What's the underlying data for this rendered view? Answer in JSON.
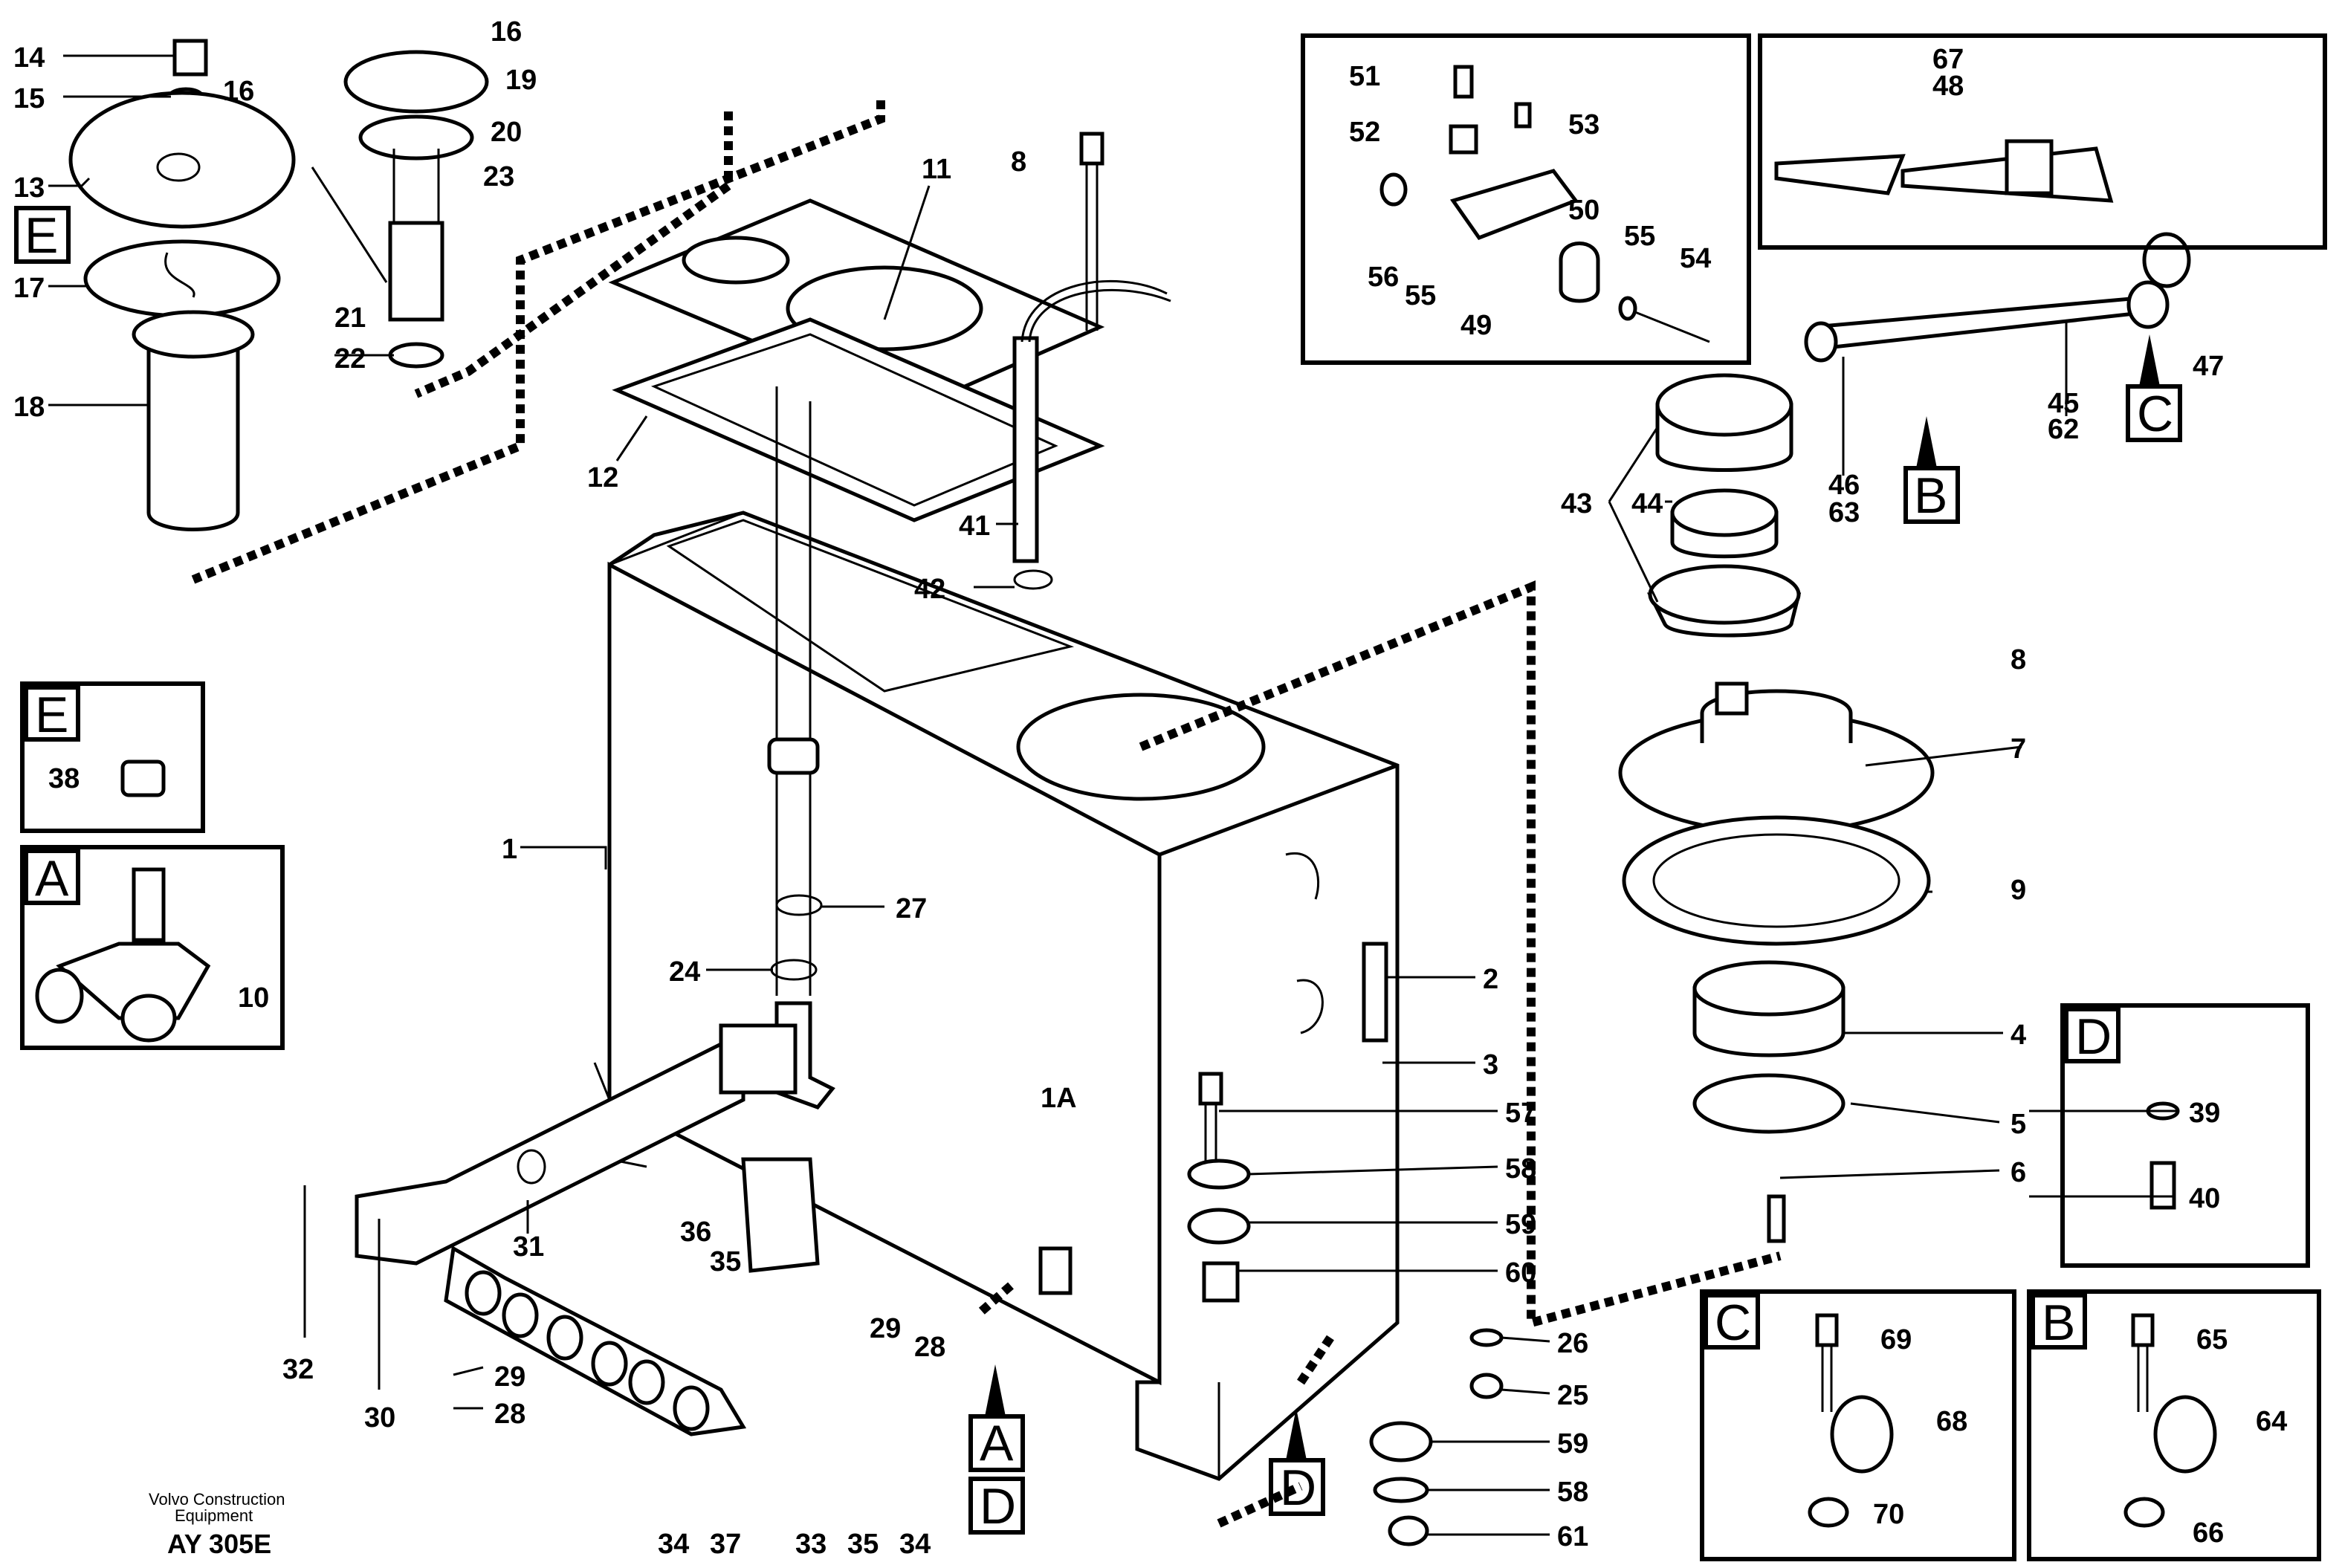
{
  "footer": {
    "company": "Volvo Construction",
    "equipment": "Equipment",
    "code": "AY 305E"
  },
  "detail_letters": {
    "A": "A",
    "B": "B",
    "C": "C",
    "D": "D",
    "E": "E"
  },
  "callouts": {
    "1": "1",
    "1A": "1A",
    "2": "2",
    "3": "3",
    "4": "4",
    "5": "5",
    "6": "6",
    "7": "7",
    "8": "8",
    "9": "9",
    "10": "10",
    "11": "11",
    "12": "12",
    "13": "13",
    "14": "14",
    "15": "15",
    "16": "16",
    "17": "17",
    "18": "18",
    "19": "19",
    "20": "20",
    "21": "21",
    "22": "22",
    "23": "23",
    "24": "24",
    "25": "25",
    "26": "26",
    "27": "27",
    "28": "28",
    "29": "29",
    "30": "30",
    "31": "31",
    "32": "32",
    "33": "33",
    "34": "34",
    "35": "35",
    "36": "36",
    "37": "37",
    "38": "38",
    "39": "39",
    "40": "40",
    "41": "41",
    "42": "42",
    "43": "43",
    "44": "44",
    "45": "45",
    "46": "46",
    "47": "47",
    "48": "48",
    "49": "49",
    "50": "50",
    "51": "51",
    "52": "52",
    "53": "53",
    "54": "54",
    "55": "55",
    "56": "56",
    "57": "57",
    "58": "58",
    "59": "59",
    "60": "60",
    "61": "61",
    "62": "62",
    "63": "63",
    "64": "64",
    "65": "65",
    "66": "66",
    "67": "67",
    "68": "68",
    "69": "69",
    "70": "70"
  }
}
